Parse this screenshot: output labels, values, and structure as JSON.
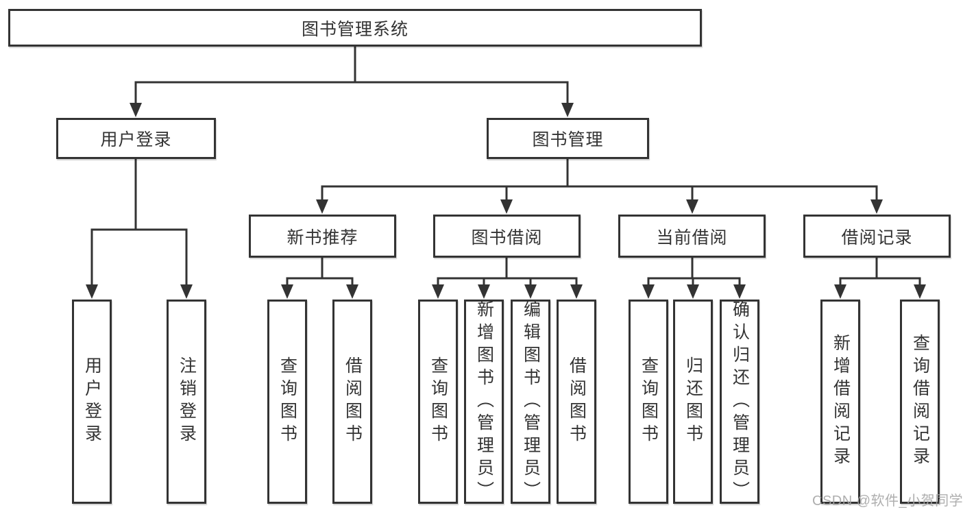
{
  "tree": {
    "root": {
      "label": "图书管理系统",
      "children": [
        {
          "label": "用户登录",
          "children": [
            {
              "label": "用户登录"
            },
            {
              "label": "注销登录"
            }
          ]
        },
        {
          "label": "图书管理",
          "children": [
            {
              "label": "新书推荐",
              "children": [
                {
                  "label": "查询图书"
                },
                {
                  "label": "借阅图书"
                }
              ]
            },
            {
              "label": "图书借阅",
              "children": [
                {
                  "label": "查询图书"
                },
                {
                  "label": "新增图书（管理员）"
                },
                {
                  "label": "编辑图书（管理员）"
                },
                {
                  "label": "借阅图书"
                }
              ]
            },
            {
              "label": "当前借阅",
              "children": [
                {
                  "label": "查询图书"
                },
                {
                  "label": "归还图书"
                },
                {
                  "label": "确认归还（管理员）"
                }
              ]
            },
            {
              "label": "借阅记录",
              "children": [
                {
                  "label": "新增借阅记录"
                },
                {
                  "label": "查询借阅记录"
                }
              ]
            }
          ]
        }
      ]
    }
  },
  "watermark": {
    "text": "CSDN @软件_小贺同学"
  },
  "colors": {
    "line": "#333333",
    "box_border": "#333333",
    "text": "#333333",
    "watermark": "#a6a6a6",
    "background": "#ffffff"
  }
}
